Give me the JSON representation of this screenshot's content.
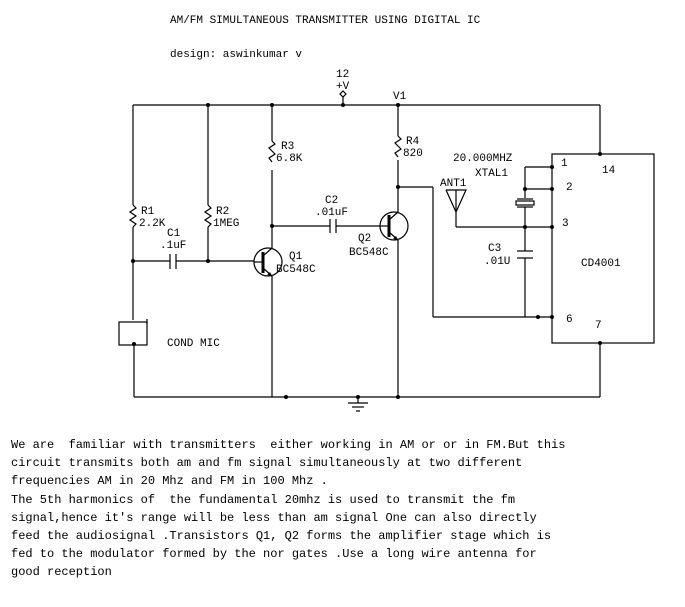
{
  "title": "AM/FM SIMULTANEOUS TRANSMITTER USING DIGITAL IC",
  "designer": "design: aswinkumar v",
  "supply": {
    "voltage": "12",
    "label": "+V",
    "node": "V1"
  },
  "components": {
    "R1": {
      "ref": "R1",
      "value": "2.2K"
    },
    "R2": {
      "ref": "R2",
      "value": "1MEG"
    },
    "R3": {
      "ref": "R3",
      "value": "6.8K"
    },
    "R4": {
      "ref": "R4",
      "value": "820"
    },
    "C1": {
      "ref": "C1",
      "value": ".1uF"
    },
    "C2": {
      "ref": "C2",
      "value": ".01uF"
    },
    "C3": {
      "ref": "C3",
      "value": ".01U"
    },
    "Q1": {
      "ref": "Q1",
      "value": "BC548C"
    },
    "Q2": {
      "ref": "Q2",
      "value": "BC548C"
    },
    "XTAL1": {
      "ref": "XTAL1",
      "value": "20.000MHZ"
    },
    "ANT1": {
      "ref": "ANT1"
    },
    "MIC": {
      "label": "COND MIC"
    },
    "IC": {
      "name": "CD4001",
      "pins": [
        "1",
        "2",
        "3",
        "6",
        "7",
        "14"
      ]
    }
  },
  "description": {
    "paragraph1": [
      "We are  familiar with transmitters  either working in AM or or in FM.But this",
      "circuit transmits both am and fm signal simultaneously at two different",
      "frequencies AM in 20 Mhz and FM in 100 Mhz ."
    ],
    "paragraph2": [
      "The 5th harmonics of  the fundamental 20mhz is used to transmit the fm",
      "signal,hence it's range will be less than am signal One can also directly",
      "feed the audiosignal .Transistors Q1, Q2 forms the amplifier stage which is",
      "fed to the modulator formed by the nor gates .Use a long wire antenna for",
      "good reception"
    ]
  }
}
